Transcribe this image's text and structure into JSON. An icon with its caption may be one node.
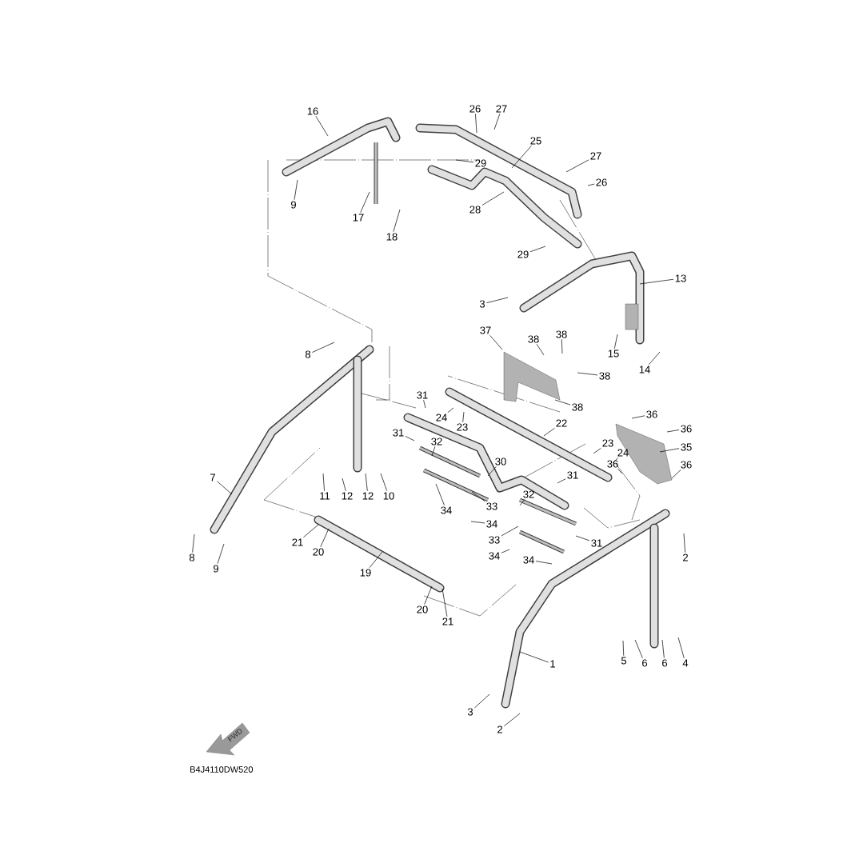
{
  "diagram": {
    "nodes": [
      {
        "text": [
          "16"
        ]
      },
      {
        "text": [
          "26"
        ]
      },
      {
        "text": [
          "27"
        ]
      },
      {
        "text": [
          "25"
        ]
      },
      {
        "text": [
          "27"
        ]
      },
      {
        "text": [
          "26"
        ]
      },
      {
        "text": [
          "29"
        ]
      },
      {
        "text": [
          "9"
        ]
      },
      {
        "text": [
          "17"
        ]
      },
      {
        "text": [
          "18"
        ]
      },
      {
        "text": [
          "28"
        ]
      },
      {
        "text": [
          "29"
        ]
      },
      {
        "text": [
          "13"
        ]
      },
      {
        "text": [
          "3"
        ]
      },
      {
        "text": [
          "15"
        ]
      },
      {
        "text": [
          "14"
        ]
      },
      {
        "text": [
          "37"
        ]
      },
      {
        "text": [
          "38"
        ]
      },
      {
        "text": [
          "38"
        ]
      },
      {
        "text": [
          "38"
        ]
      },
      {
        "text": [
          "38"
        ]
      },
      {
        "text": [
          "8"
        ]
      },
      {
        "text": [
          "31"
        ]
      },
      {
        "text": [
          "24"
        ]
      },
      {
        "text": [
          "23"
        ]
      },
      {
        "text": [
          "22"
        ]
      },
      {
        "text": [
          "36"
        ]
      },
      {
        "text": [
          "36"
        ]
      },
      {
        "text": [
          "31"
        ]
      },
      {
        "text": [
          "32"
        ]
      },
      {
        "text": [
          "23"
        ]
      },
      {
        "text": [
          "35"
        ]
      },
      {
        "text": [
          "24"
        ]
      },
      {
        "text": [
          "36"
        ]
      },
      {
        "text": [
          "36"
        ]
      },
      {
        "text": [
          "30"
        ]
      },
      {
        "text": [
          "7"
        ]
      },
      {
        "text": [
          "11"
        ]
      },
      {
        "text": [
          "12"
        ]
      },
      {
        "text": [
          "12"
        ]
      },
      {
        "text": [
          "10"
        ]
      },
      {
        "text": [
          "31"
        ]
      },
      {
        "text": [
          "32"
        ]
      },
      {
        "text": [
          "34"
        ]
      },
      {
        "text": [
          "33"
        ]
      },
      {
        "text": [
          "34"
        ]
      },
      {
        "text": [
          "31"
        ]
      },
      {
        "text": [
          "33"
        ]
      },
      {
        "text": [
          "34"
        ]
      },
      {
        "text": [
          "34"
        ]
      },
      {
        "text": [
          "8"
        ]
      },
      {
        "text": [
          "9"
        ]
      },
      {
        "text": [
          "21"
        ]
      },
      {
        "text": [
          "20"
        ]
      },
      {
        "text": [
          "19"
        ]
      },
      {
        "text": [
          "2"
        ]
      },
      {
        "text": [
          "20"
        ]
      },
      {
        "text": [
          "21"
        ]
      },
      {
        "text": [
          "1"
        ]
      },
      {
        "text": [
          "5"
        ]
      },
      {
        "text": [
          "6"
        ]
      },
      {
        "text": [
          "6"
        ]
      },
      {
        "text": [
          "4"
        ]
      },
      {
        "text": [
          "3"
        ]
      },
      {
        "text": [
          "2"
        ]
      }
    ],
    "edges": [
      {
        "from": 0,
        "to": null,
        "arrow": "none"
      },
      {
        "from": 1,
        "to": null,
        "arrow": "none"
      },
      {
        "from": 2,
        "to": null,
        "arrow": "none"
      },
      {
        "from": 3,
        "to": null,
        "arrow": "none"
      },
      {
        "from": 4,
        "to": null,
        "arrow": "none"
      },
      {
        "from": 5,
        "to": null,
        "arrow": "none"
      },
      {
        "from": 6,
        "to": null,
        "arrow": "none"
      },
      {
        "from": 7,
        "to": null,
        "arrow": "none"
      },
      {
        "from": 8,
        "to": null,
        "arrow": "none"
      },
      {
        "from": 9,
        "to": null,
        "arrow": "none"
      },
      {
        "from": 10,
        "to": null,
        "arrow": "none"
      },
      {
        "from": 11,
        "to": null,
        "arrow": "none"
      },
      {
        "from": 12,
        "to": null,
        "arrow": "none"
      },
      {
        "from": 13,
        "to": null,
        "arrow": "none"
      },
      {
        "from": 14,
        "to": null,
        "arrow": "none"
      },
      {
        "from": 15,
        "to": null,
        "arrow": "none"
      },
      {
        "from": 16,
        "to": null,
        "arrow": "none"
      },
      {
        "from": 17,
        "to": null,
        "arrow": "none"
      },
      {
        "from": 18,
        "to": null,
        "arrow": "none"
      },
      {
        "from": 19,
        "to": null,
        "arrow": "none"
      },
      {
        "from": 20,
        "to": null,
        "arrow": "none"
      },
      {
        "from": 21,
        "to": null,
        "arrow": "none"
      },
      {
        "from": 22,
        "to": null,
        "arrow": "none"
      },
      {
        "from": 23,
        "to": null,
        "arrow": "none"
      },
      {
        "from": 24,
        "to": null,
        "arrow": "none"
      },
      {
        "from": 25,
        "to": null,
        "arrow": "none"
      },
      {
        "from": 26,
        "to": null,
        "arrow": "none"
      },
      {
        "from": 27,
        "to": null,
        "arrow": "none"
      },
      {
        "from": 28,
        "to": null,
        "arrow": "none"
      },
      {
        "from": 29,
        "to": null,
        "arrow": "none"
      },
      {
        "from": 30,
        "to": null,
        "arrow": "none"
      },
      {
        "from": 31,
        "to": null,
        "arrow": "none"
      },
      {
        "from": 32,
        "to": null,
        "arrow": "none"
      },
      {
        "from": 33,
        "to": null,
        "arrow": "none"
      },
      {
        "from": 34,
        "to": null,
        "arrow": "none"
      },
      {
        "from": 35,
        "to": null,
        "arrow": "none"
      },
      {
        "from": 36,
        "to": null,
        "arrow": "none"
      },
      {
        "from": 37,
        "to": null,
        "arrow": "none"
      },
      {
        "from": 38,
        "to": null,
        "arrow": "none"
      },
      {
        "from": 39,
        "to": null,
        "arrow": "none"
      },
      {
        "from": 40,
        "to": null,
        "arrow": "none"
      },
      {
        "from": 41,
        "to": null,
        "arrow": "none"
      },
      {
        "from": 42,
        "to": null,
        "arrow": "none"
      },
      {
        "from": 43,
        "to": null,
        "arrow": "none"
      },
      {
        "from": 44,
        "to": null,
        "arrow": "none"
      },
      {
        "from": 45,
        "to": null,
        "arrow": "none"
      },
      {
        "from": 46,
        "to": null,
        "arrow": "none"
      },
      {
        "from": 47,
        "to": null,
        "arrow": "none"
      },
      {
        "from": 48,
        "to": null,
        "arrow": "none"
      },
      {
        "from": 49,
        "to": null,
        "arrow": "none"
      },
      {
        "from": 50,
        "to": null,
        "arrow": "none"
      },
      {
        "from": 51,
        "to": null,
        "arrow": "none"
      },
      {
        "from": 52,
        "to": null,
        "arrow": "none"
      },
      {
        "from": 53,
        "to": null,
        "arrow": "none"
      },
      {
        "from": 54,
        "to": null,
        "arrow": "none"
      },
      {
        "from": 55,
        "to": null,
        "arrow": "none"
      },
      {
        "from": 56,
        "to": null,
        "arrow": "none"
      },
      {
        "from": 57,
        "to": null,
        "arrow": "none"
      },
      {
        "from": 58,
        "to": null,
        "arrow": "none"
      },
      {
        "from": 59,
        "to": null,
        "arrow": "none"
      },
      {
        "from": 60,
        "to": null,
        "arrow": "none"
      },
      {
        "from": 61,
        "to": null,
        "arrow": "none"
      },
      {
        "from": 62,
        "to": null,
        "arrow": "none"
      },
      {
        "from": 63,
        "to": null,
        "arrow": "none"
      },
      {
        "from": 64,
        "to": null,
        "arrow": "none"
      }
    ],
    "labels": [
      "FWD",
      "B4J4110DW520"
    ]
  }
}
